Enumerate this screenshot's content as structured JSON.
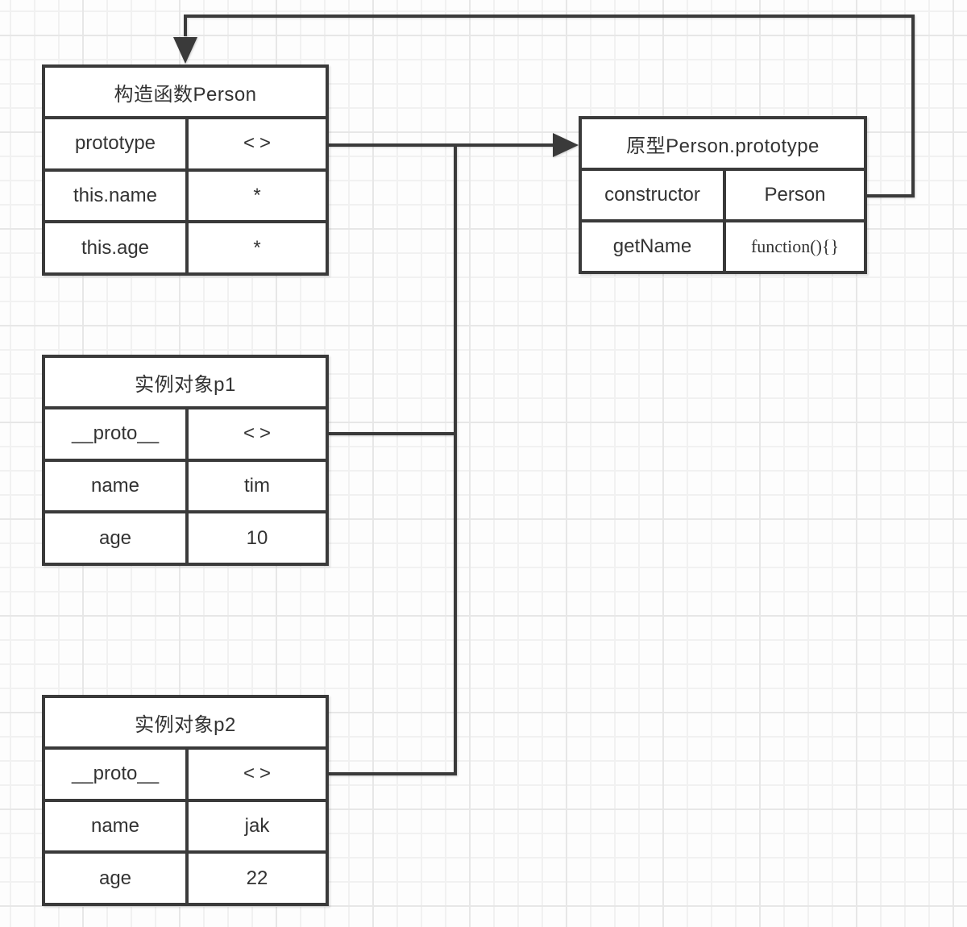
{
  "colors": {
    "line": "#3a3a3a",
    "text": "#333333",
    "box_bg": "#ffffff",
    "grid_minor": "#f1f1f1",
    "grid_major": "#e7e7e7",
    "canvas_bg": "#fdfdfd"
  },
  "boxes": {
    "ctor": {
      "title": "构造函数Person",
      "rows": [
        {
          "key": "prototype",
          "value": "<>"
        },
        {
          "key": "this.name",
          "value": "*"
        },
        {
          "key": "this.age",
          "value": "*"
        }
      ]
    },
    "proto": {
      "title": "原型Person.prototype",
      "rows": [
        {
          "key": "constructor",
          "value": "Person"
        },
        {
          "key": "getName",
          "value": "function(){}"
        }
      ]
    },
    "p1": {
      "title": "实例对象p1",
      "rows": [
        {
          "key": "__proto__",
          "value": "<>"
        },
        {
          "key": "name",
          "value": "tim"
        },
        {
          "key": "age",
          "value": "10"
        }
      ]
    },
    "p2": {
      "title": "实例对象p2",
      "rows": [
        {
          "key": "__proto__",
          "value": "<>"
        },
        {
          "key": "name",
          "value": "jak"
        },
        {
          "key": "age",
          "value": "22"
        }
      ]
    }
  }
}
